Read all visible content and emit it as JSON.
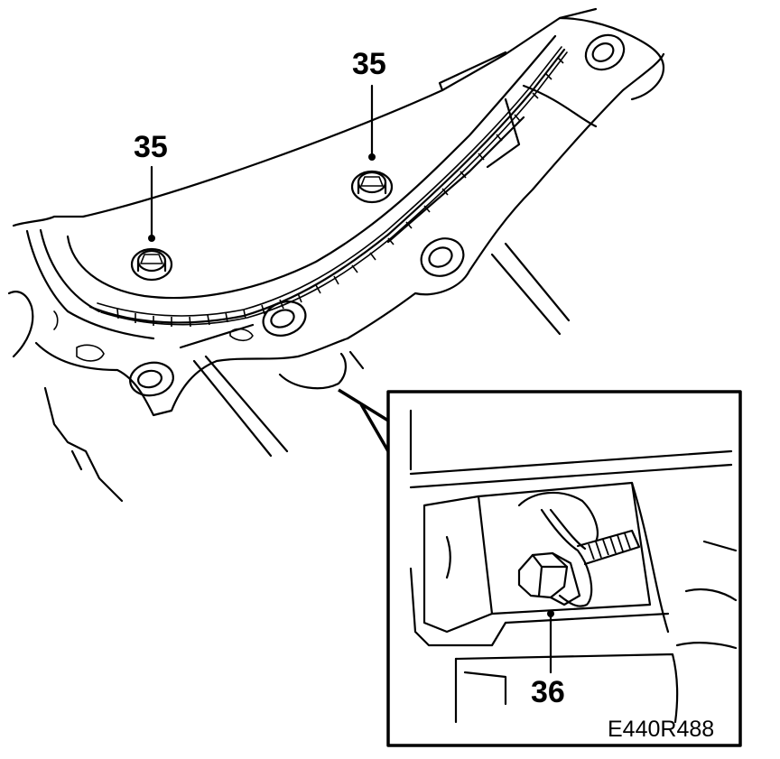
{
  "callouts": [
    {
      "id": "c1",
      "label": "35"
    },
    {
      "id": "c2",
      "label": "35"
    },
    {
      "id": "c3",
      "label": "36"
    }
  ],
  "figure_code": "E440R488"
}
